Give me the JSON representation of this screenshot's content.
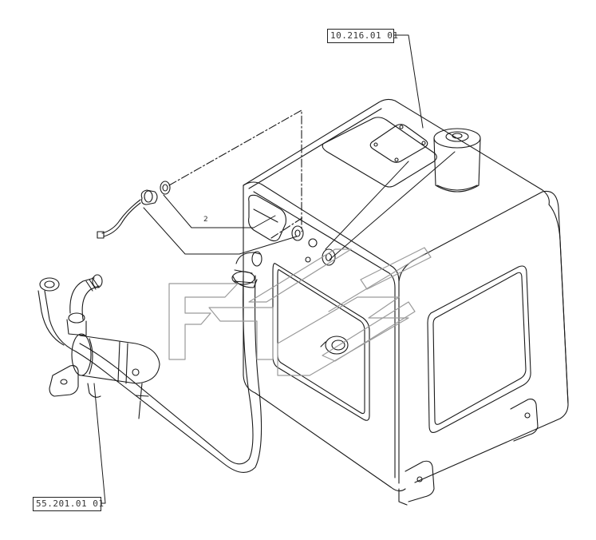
{
  "diagram": {
    "labels": {
      "top_ref": "10.216.01 01",
      "bottom_ref": "55.201.01 01",
      "callout_2": "2"
    },
    "colors": {
      "line": "#1a1a1a",
      "watermark": "#bdbdbd",
      "background": "#ffffff"
    },
    "icons": {
      "watermark": "logo-watermark"
    }
  }
}
